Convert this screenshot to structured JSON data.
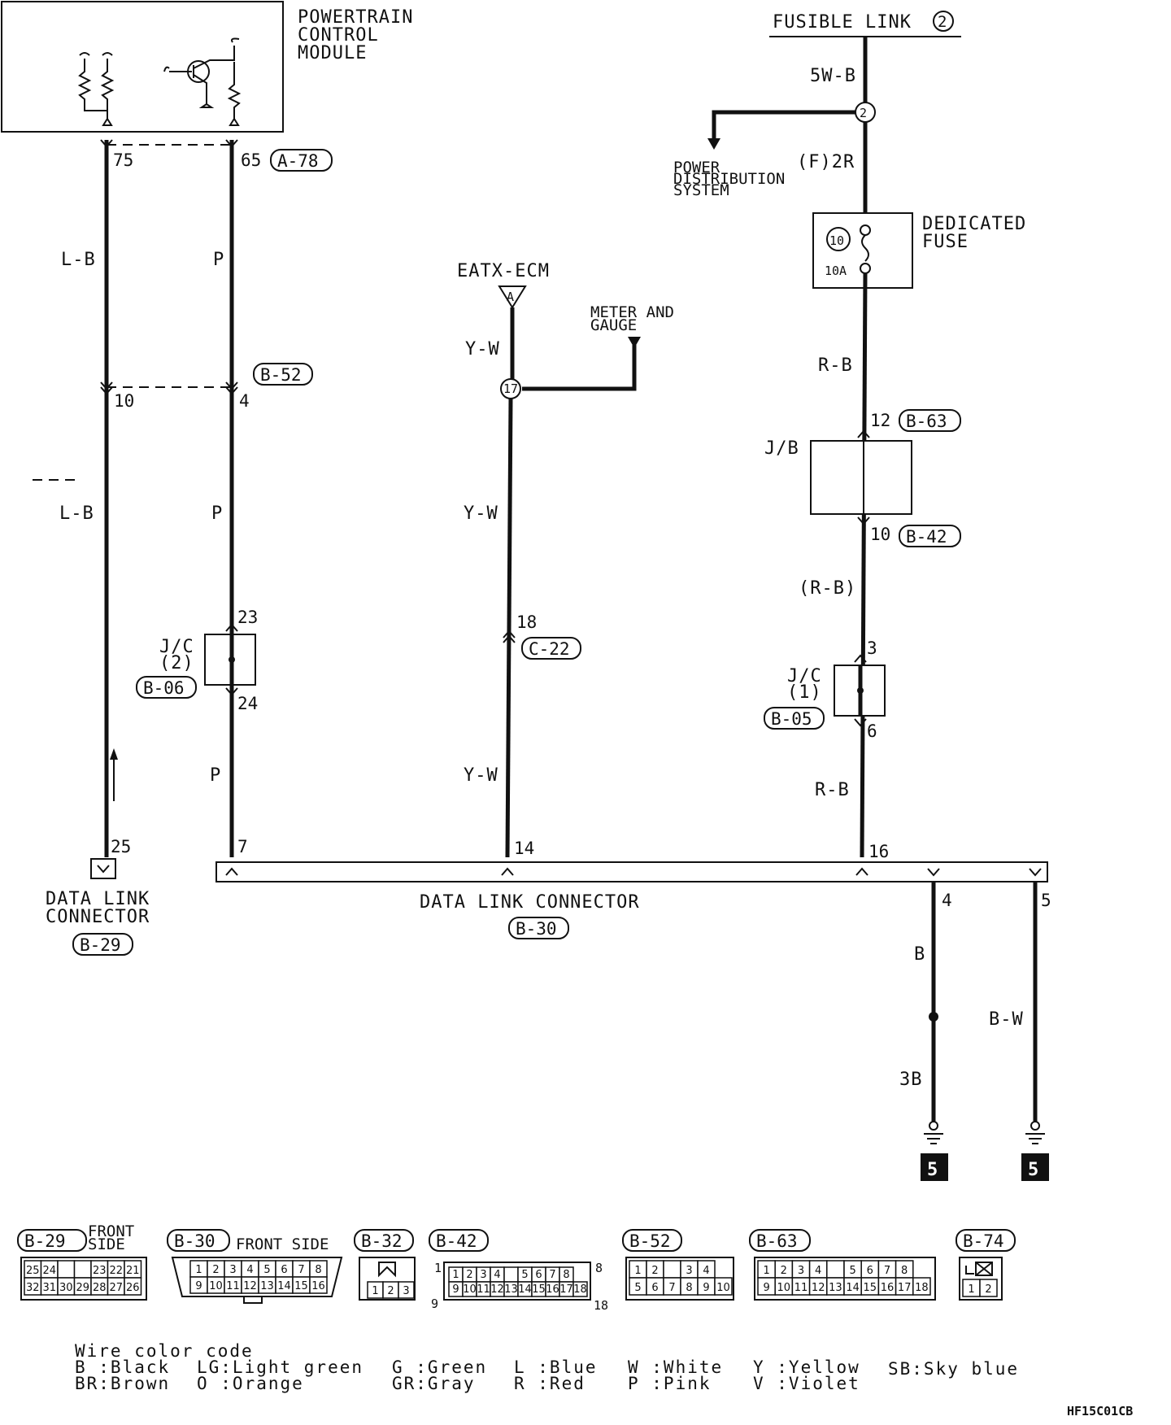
{
  "modules": {
    "pcm": "POWERTRAIN\nCONTROL\nMODULE",
    "fusible_link": "FUSIBLE LINK",
    "fusible_link_num": "2",
    "power_distribution": "POWER\nDISTRIBUTION\nSYSTEM",
    "dedicated_fuse": "DEDICATED\nFUSE",
    "fuse_num": "10",
    "fuse_rating": "10A",
    "eatx_ecm": "EATX-ECM",
    "eatx_tag": "A",
    "meter_gauge": "METER AND\nGAUGE",
    "jb": "J/B",
    "jc2": "J/C\n(2)",
    "jc1": "J/C\n(1)",
    "dlc_b29": "DATA LINK\nCONNECTOR",
    "dlc_b30": "DATA LINK CONNECTOR",
    "splice_2": "2",
    "splice_17": "17",
    "ground_num": "5"
  },
  "wires": {
    "w_5wb": "5W-B",
    "w_f2r": "(F)2R",
    "w_lb1": "L-B",
    "w_p1": "P",
    "w_lb2": "L-B",
    "w_p2": "P",
    "w_p3": "P",
    "w_yw1": "Y-W",
    "w_yw2": "Y-W",
    "w_yw3": "Y-W",
    "w_rb1": "R-B",
    "w_rb2": "(R-B)",
    "w_rb3": "R-B",
    "w_b": "B",
    "w_3b": "3B",
    "w_bw": "B-W"
  },
  "pins": {
    "p75": "75",
    "p65": "65",
    "p10": "10",
    "p4": "4",
    "p23": "23",
    "p24": "24",
    "p25": "25",
    "p7": "7",
    "p14": "14",
    "p18": "18",
    "p12": "12",
    "p10b": "10",
    "p3": "3",
    "p6": "6",
    "p16": "16",
    "p4b": "4",
    "p5": "5"
  },
  "connectors": {
    "a78": "A-78",
    "b52": "B-52",
    "b06": "B-06",
    "b29": "B-29",
    "b30": "B-30",
    "c22": "C-22",
    "b63": "B-63",
    "b42": "B-42",
    "b05": "B-05"
  },
  "views": {
    "b29": {
      "tag": "B-29",
      "caption": "FRONT\nSIDE",
      "row1": [
        "25",
        "24",
        "",
        "",
        "23",
        "22",
        "21"
      ],
      "row2": [
        "32",
        "31",
        "30",
        "29",
        "28",
        "27",
        "26"
      ]
    },
    "b30": {
      "tag": "B-30",
      "caption": "FRONT SIDE",
      "row1": [
        "1",
        "2",
        "3",
        "4",
        "5",
        "6",
        "7",
        "8"
      ],
      "row2": [
        "9",
        "10",
        "11",
        "12",
        "13",
        "14",
        "15",
        "16"
      ]
    },
    "b32": {
      "tag": "B-32",
      "row2": [
        "1",
        "2",
        "3"
      ]
    },
    "b42": {
      "tag": "B-42",
      "row1": [
        "1",
        "2",
        "3",
        "4",
        "",
        "5",
        "6",
        "7",
        "8"
      ],
      "row2": [
        "9",
        "10",
        "11",
        "12",
        "13",
        "14",
        "15",
        "16",
        "17",
        "18"
      ],
      "n1": "1",
      "n8": "8",
      "n9": "9",
      "n18": "18"
    },
    "b52": {
      "tag": "B-52",
      "row1": [
        "1",
        "2",
        "",
        "3",
        "4"
      ],
      "row2": [
        "5",
        "6",
        "7",
        "8",
        "9",
        "10"
      ]
    },
    "b63": {
      "tag": "B-63",
      "row1": [
        "1",
        "2",
        "3",
        "4",
        "",
        "5",
        "6",
        "7",
        "8"
      ],
      "row2": [
        "9",
        "10",
        "11",
        "12",
        "13",
        "14",
        "15",
        "16",
        "17",
        "18"
      ]
    },
    "b74": {
      "tag": "B-74",
      "row2": [
        "1",
        "2"
      ]
    }
  },
  "legend": {
    "title": "Wire color code",
    "items": [
      [
        "B :Black",
        "BR:Brown"
      ],
      [
        "LG:Light green",
        "O :Orange"
      ],
      [
        "G :Green",
        "GR:Gray"
      ],
      [
        "L :Blue",
        "R :Red"
      ],
      [
        "W :White",
        "P :Pink"
      ],
      [
        "Y :Yellow",
        "V :Violet"
      ],
      [
        "SB:Sky blue",
        ""
      ]
    ]
  },
  "figure_code": "HF15C01CB"
}
